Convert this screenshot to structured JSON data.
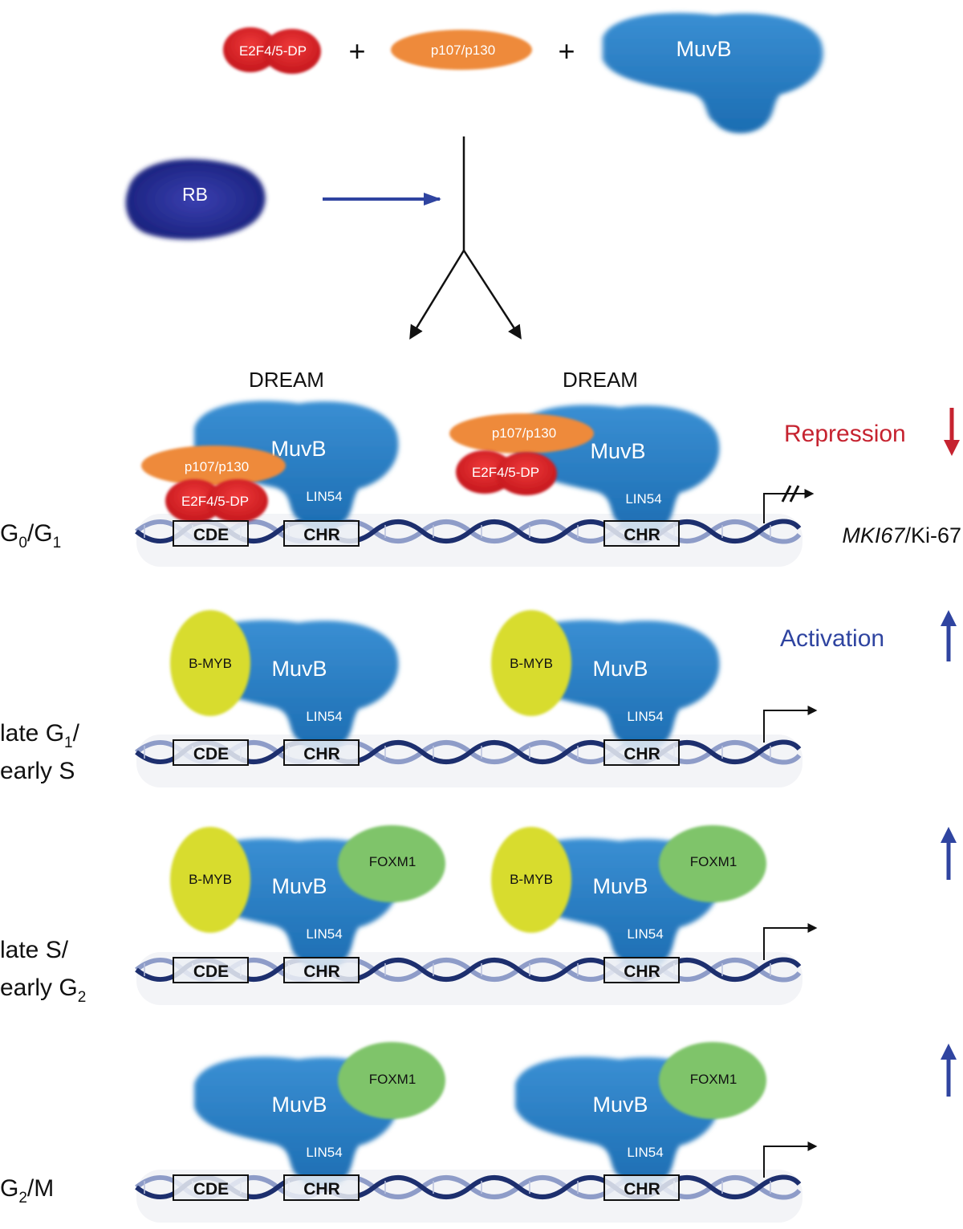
{
  "top": {
    "e2f": "E2F4/5-DP",
    "plus": "+",
    "p107": "p107/p130",
    "muvb": "MuvB",
    "rb": "RB"
  },
  "dream_left": "DREAM",
  "dream_right": "DREAM",
  "proteins": {
    "muvb": "MuvB",
    "lin54": "LIN54",
    "p107": "p107/p130",
    "e2f": "E2F4/5-DP",
    "bmyb": "B-MYB",
    "foxm1": "FOXM1"
  },
  "elements": {
    "cde": "CDE",
    "chr": "CHR"
  },
  "phases": {
    "g0g1": {
      "a": "G",
      "a_sub": "0",
      "b": "/G",
      "b_sub": "1"
    },
    "late_g1": {
      "line1": "late G",
      "line1_sub": "1",
      "line1_end": "/",
      "line2": "early S"
    },
    "late_s": {
      "line1": "late S/",
      "line2": "early G",
      "line2_sub": "2"
    },
    "g2m": {
      "a": "G",
      "a_sub": "2",
      "b": "/M"
    }
  },
  "right": {
    "repression": "Repression",
    "activation": "Activation",
    "gene_italic": "MKI67",
    "gene_rest": "/Ki-67"
  },
  "colors": {
    "muvb": "#2a7fc6",
    "e2f": "#d7262b",
    "p107": "#ee8a3a",
    "rb": "#1f2d8c",
    "bmyb": "#d8dc2e",
    "foxm1": "#7fc46a",
    "repression": "#c62330",
    "activation": "#2f44a0",
    "dna": "#1d2f6e"
  }
}
